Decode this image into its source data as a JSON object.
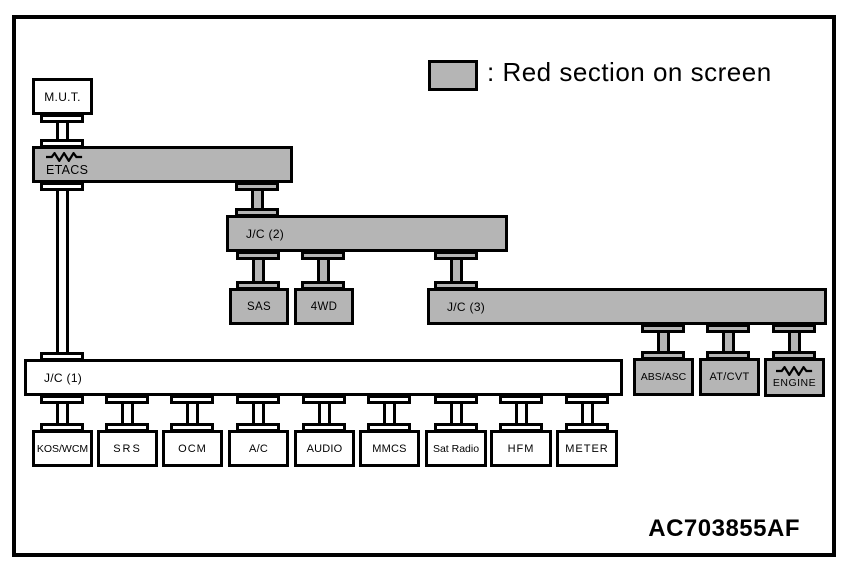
{
  "legend": {
    "label": ": Red section on screen"
  },
  "figure_code": "AC703855AF",
  "colors": {
    "section_gray": "#b5b5b5",
    "line": "#000000",
    "bg": "#ffffff"
  },
  "nodes": {
    "mut": "M.U.T.",
    "etacs": "ETACS",
    "jc2": "J/C (2)",
    "sas": "SAS",
    "fourwd": "4WD",
    "jc3": "J/C (3)",
    "jc1": "J/C (1)",
    "absasc": "ABS/ASC",
    "atcvt": "AT/CVT",
    "engine": "ENGINE",
    "bottom": [
      "KOS/WCM",
      "SRS",
      "OCM",
      "A/C",
      "AUDIO",
      "MMCS",
      "Sat Radio",
      "HFM",
      "METER"
    ]
  },
  "red_section_nodes": [
    "ETACS",
    "J/C (2)",
    "SAS",
    "4WD",
    "J/C (3)",
    "ABS/ASC",
    "AT/CVT",
    "ENGINE"
  ],
  "terminating_resistor_nodes": [
    "ETACS",
    "ENGINE"
  ],
  "edges": [
    "M.U.T.-ETACS",
    "ETACS-J/C (1)",
    "ETACS-J/C (2)",
    "J/C (2)-SAS",
    "J/C (2)-4WD",
    "J/C (2)-J/C (3)",
    "J/C (3)-ABS/ASC",
    "J/C (3)-AT/CVT",
    "J/C (3)-ENGINE",
    "J/C (1)-KOS/WCM",
    "J/C (1)-SRS",
    "J/C (1)-OCM",
    "J/C (1)-A/C",
    "J/C (1)-AUDIO",
    "J/C (1)-MMCS",
    "J/C (1)-Sat Radio",
    "J/C (1)-HFM",
    "J/C (1)-METER"
  ]
}
